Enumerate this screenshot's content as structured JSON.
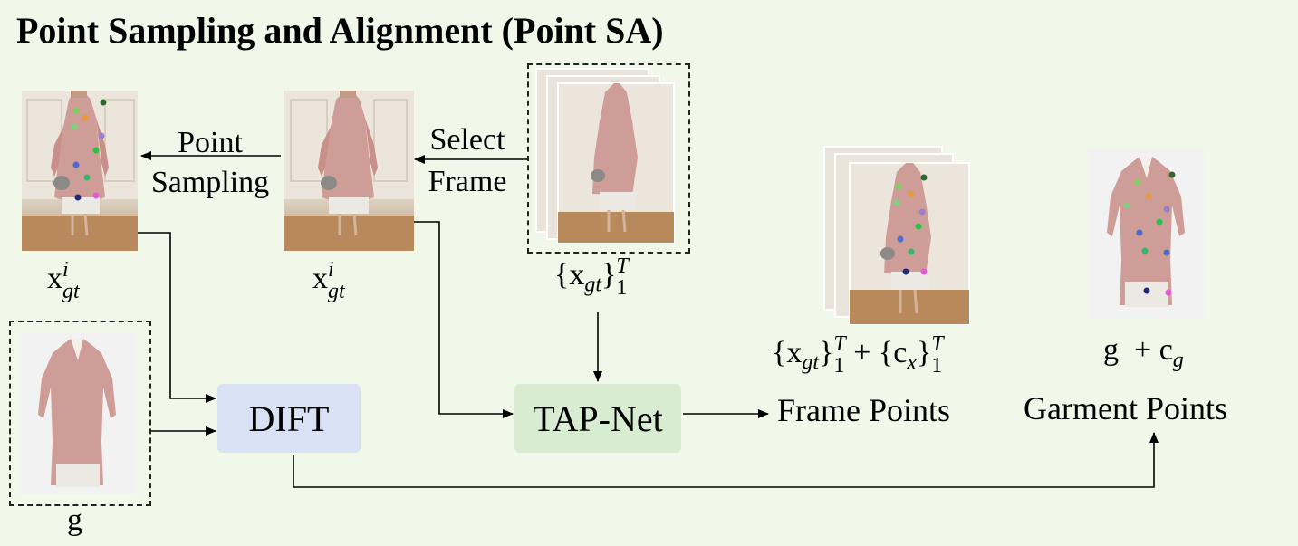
{
  "title": "Point Sampling and Alignment (Point SA)",
  "labels": {
    "point_sampling_1": "Point",
    "point_sampling_2": "Sampling",
    "select_frame_1": "Select",
    "select_frame_2": "Frame",
    "dift": "DIFT",
    "tap_net": "TAP-Net",
    "frame_points": "Frame Points",
    "garment_points": "Garment Points"
  },
  "math": {
    "x_base": "x",
    "gt": "gt",
    "i": "i",
    "T": "T",
    "one": "1",
    "lbrace": "{",
    "rbrace": "}",
    "plus": "+",
    "c_base": "c",
    "x_sub": "x",
    "g": "g",
    "g_sub": "g"
  },
  "colors": {
    "background": "#f1f8ea",
    "dift_box": "#d9e1f4",
    "tap_box": "#d7ecd1",
    "dress": "#cf9d97",
    "floor": "#b78b5d"
  }
}
